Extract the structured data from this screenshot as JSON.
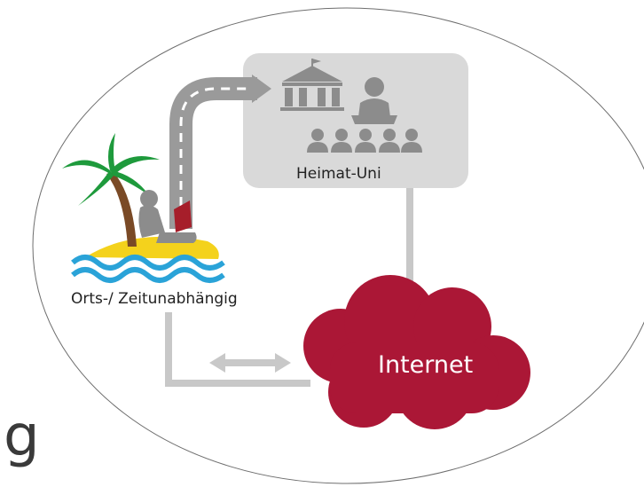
{
  "nodes": {
    "home_university": "Heimat-Uni",
    "remote_student": "Orts-/ Zeitunabhängig",
    "internet": "Internet"
  },
  "stray_text": "g",
  "colors": {
    "internet_cloud": "#ab1736",
    "university_box": "#d9d9d9",
    "connector": "#c8c8c8",
    "icon_gray": "#8c8c8c",
    "road": "#9a9a9a",
    "palm_leaves": "#1e9a3c",
    "palm_trunk": "#7a4a26",
    "island_sand": "#f4d21c",
    "water": "#2aa3d8",
    "laptop": "#a61e2a"
  },
  "icons": [
    "university-building-icon",
    "lecturer-icon",
    "audience-icon",
    "road-icon",
    "palm-island-icon",
    "student-laptop-icon",
    "double-arrow-icon",
    "cloud-icon"
  ]
}
